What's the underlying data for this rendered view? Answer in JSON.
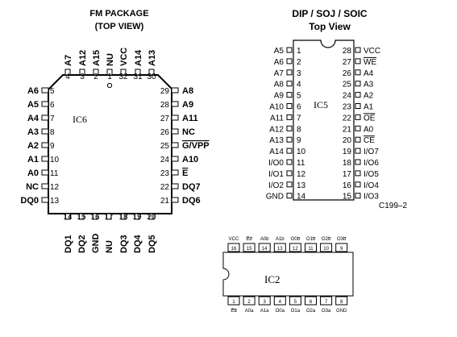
{
  "fm": {
    "title": "FM PACKAGE",
    "subtitle": "(TOP VIEW)",
    "chip_label": "IC6",
    "top_pins": [
      {
        "num": "4",
        "name": "A7"
      },
      {
        "num": "3",
        "name": "A12"
      },
      {
        "num": "2",
        "name": "A15"
      },
      {
        "num": "1",
        "name": "NU"
      },
      {
        "num": "32",
        "name": "VCC"
      },
      {
        "num": "31",
        "name": "A14"
      },
      {
        "num": "30",
        "name": "A13"
      }
    ],
    "left_pins": [
      {
        "num": "5",
        "name": "A6"
      },
      {
        "num": "6",
        "name": "A5"
      },
      {
        "num": "7",
        "name": "A4"
      },
      {
        "num": "8",
        "name": "A3"
      },
      {
        "num": "9",
        "name": "A2"
      },
      {
        "num": "10",
        "name": "A1"
      },
      {
        "num": "11",
        "name": "A0"
      },
      {
        "num": "12",
        "name": "NC"
      },
      {
        "num": "13",
        "name": "DQ0"
      }
    ],
    "right_pins": [
      {
        "num": "29",
        "name": "A8"
      },
      {
        "num": "28",
        "name": "A9"
      },
      {
        "num": "27",
        "name": "A11"
      },
      {
        "num": "26",
        "name": "NC"
      },
      {
        "num": "25",
        "name": "G/VPP"
      },
      {
        "num": "24",
        "name": "A10"
      },
      {
        "num": "23",
        "name": "E"
      },
      {
        "num": "22",
        "name": "DQ7"
      },
      {
        "num": "21",
        "name": "DQ6"
      }
    ],
    "bottom_pins": [
      {
        "num": "14",
        "name": "DQ1"
      },
      {
        "num": "15",
        "name": "DQ2"
      },
      {
        "num": "16",
        "name": "GND"
      },
      {
        "num": "17",
        "name": "NU"
      },
      {
        "num": "18",
        "name": "DQ3"
      },
      {
        "num": "19",
        "name": "DQ4"
      },
      {
        "num": "20",
        "name": "DQ5"
      }
    ]
  },
  "dip": {
    "title": "DIP / SOJ / SOIC",
    "subtitle": "Top View",
    "chip_label": "IC5",
    "code": "C199–2",
    "left_pins": [
      {
        "num": "1",
        "name": "A5"
      },
      {
        "num": "2",
        "name": "A6"
      },
      {
        "num": "3",
        "name": "A7"
      },
      {
        "num": "4",
        "name": "A8"
      },
      {
        "num": "5",
        "name": "A9"
      },
      {
        "num": "6",
        "name": "A10"
      },
      {
        "num": "7",
        "name": "A11"
      },
      {
        "num": "8",
        "name": "A12"
      },
      {
        "num": "9",
        "name": "A13"
      },
      {
        "num": "10",
        "name": "A14"
      },
      {
        "num": "11",
        "name": "I/O0"
      },
      {
        "num": "12",
        "name": "I/O1"
      },
      {
        "num": "13",
        "name": "I/O2"
      },
      {
        "num": "14",
        "name": "GND"
      }
    ],
    "right_pins": [
      {
        "num": "28",
        "name": "VCC"
      },
      {
        "num": "27",
        "name": "WE"
      },
      {
        "num": "26",
        "name": "A4"
      },
      {
        "num": "25",
        "name": "A3"
      },
      {
        "num": "24",
        "name": "A2"
      },
      {
        "num": "23",
        "name": "A1"
      },
      {
        "num": "22",
        "name": "OE"
      },
      {
        "num": "21",
        "name": "A0"
      },
      {
        "num": "20",
        "name": "CE"
      },
      {
        "num": "19",
        "name": "I/O7"
      },
      {
        "num": "18",
        "name": "I/O6"
      },
      {
        "num": "17",
        "name": "I/O5"
      },
      {
        "num": "16",
        "name": "I/O4"
      },
      {
        "num": "15",
        "name": "I/O3"
      }
    ]
  },
  "ic2": {
    "chip_label": "IC2",
    "top_pins": [
      {
        "num": "16",
        "name": "VCC"
      },
      {
        "num": "15",
        "name": "Eb"
      },
      {
        "num": "14",
        "name": "A0b"
      },
      {
        "num": "13",
        "name": "A1b"
      },
      {
        "num": "12",
        "name": "O0b"
      },
      {
        "num": "11",
        "name": "O1b"
      },
      {
        "num": "10",
        "name": "O2b"
      },
      {
        "num": "9",
        "name": "O3b"
      }
    ],
    "bottom_pins": [
      {
        "num": "1",
        "name": "Ea"
      },
      {
        "num": "2",
        "name": "A0a"
      },
      {
        "num": "3",
        "name": "A1a"
      },
      {
        "num": "4",
        "name": "O0a"
      },
      {
        "num": "5",
        "name": "O1a"
      },
      {
        "num": "6",
        "name": "O2a"
      },
      {
        "num": "7",
        "name": "O3a"
      },
      {
        "num": "8",
        "name": "GND"
      }
    ]
  }
}
